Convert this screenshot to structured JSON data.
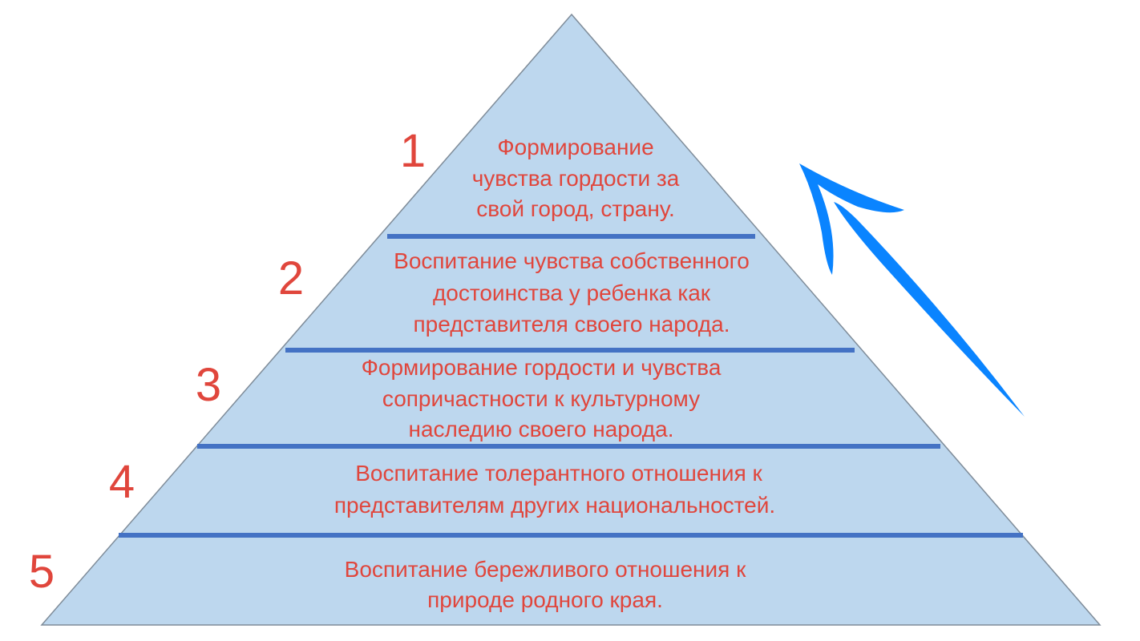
{
  "colors": {
    "fill": "#bdd7ee",
    "divider": "#4472c4",
    "text": "#e0463c",
    "arrow": "#0a84ff",
    "outline": "#7f8c99"
  },
  "levels": [
    {
      "number": "1",
      "lines": [
        "Формирование",
        "чувства гордости за",
        "свой город, страну."
      ]
    },
    {
      "number": "2",
      "lines": [
        "Воспитание чувства собственного",
        "достоинства у ребенка как",
        "представителя своего народа."
      ]
    },
    {
      "number": "3",
      "lines": [
        "Формирование гордости и чувства",
        "сопричастности к культурному",
        "наследию своего народа."
      ]
    },
    {
      "number": "4",
      "lines": [
        "Воспитание толерантного отношения к",
        "представителям других национальностей."
      ]
    },
    {
      "number": "5",
      "lines": [
        "Воспитание бережливого отношения к",
        "природе родного края."
      ]
    }
  ]
}
